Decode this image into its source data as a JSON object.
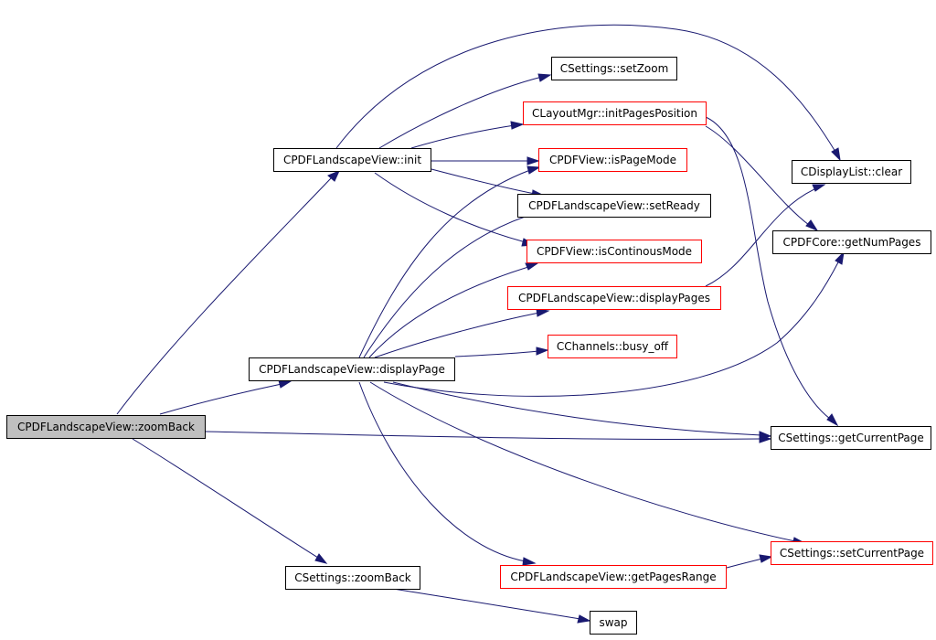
{
  "nodes": {
    "zoomback_root": "CPDFLandscapeView::zoomBack",
    "init": "CPDFLandscapeView::init",
    "displaypage": "CPDFLandscapeView::displayPage",
    "settings_zoomback": "CSettings::zoomBack",
    "setzoom": "CSettings::setZoom",
    "initpagesposition": "CLayoutMgr::initPagesPosition",
    "ispagemode": "CPDFView::isPageMode",
    "setready": "CPDFLandscapeView::setReady",
    "iscontinousmode": "CPDFView::isContinousMode",
    "displaypages": "CPDFLandscapeView::displayPages",
    "busy_off": "CChannels::busy_off",
    "getpagesrange": "CPDFLandscapeView::getPagesRange",
    "swap": "swap",
    "clear": "CDisplayList::clear",
    "getnumpages": "CPDFCore::getNumPages",
    "getcurrentpage": "CSettings::getCurrentPage",
    "setcurrentpage": "CSettings::setCurrentPage"
  },
  "colors": {
    "edge": "#191970",
    "root_fill": "#bfbfbf",
    "external_border": "#ff0000",
    "node_border": "#000000"
  }
}
